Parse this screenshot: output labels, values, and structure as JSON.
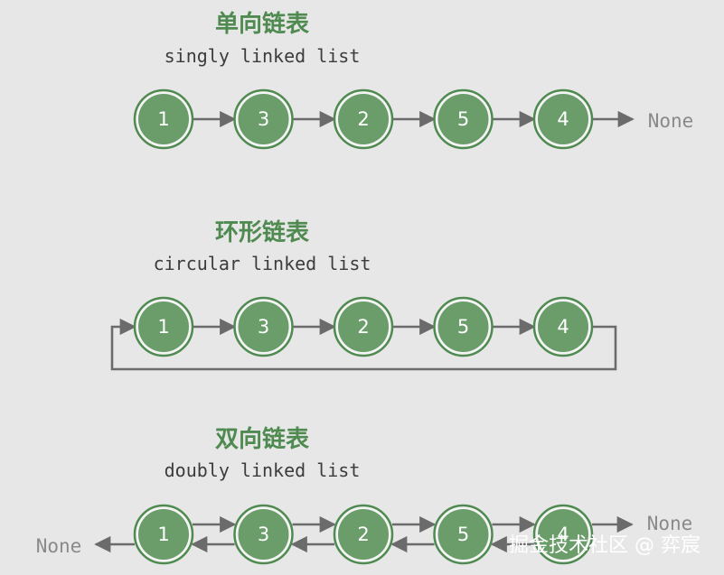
{
  "sections": [
    {
      "title_cn": "单向链表",
      "title_en": "singly linked list",
      "type": "singly",
      "nodes": [
        "1",
        "3",
        "2",
        "5",
        "4"
      ],
      "end_label": "None"
    },
    {
      "title_cn": "环形链表",
      "title_en": "circular linked list",
      "type": "circular",
      "nodes": [
        "1",
        "3",
        "2",
        "5",
        "4"
      ]
    },
    {
      "title_cn": "双向链表",
      "title_en": "doubly linked list",
      "type": "doubly",
      "nodes": [
        "1",
        "3",
        "2",
        "5",
        "4"
      ],
      "end_label_right": "None",
      "end_label_left": "None"
    }
  ],
  "watermark": "掘金技术社区 @ 弈宸",
  "colors": {
    "node_fill": "#6a9d6a",
    "node_ring": "#4f8a50",
    "arrow": "#6b6b6b",
    "title": "#4f8a50"
  }
}
